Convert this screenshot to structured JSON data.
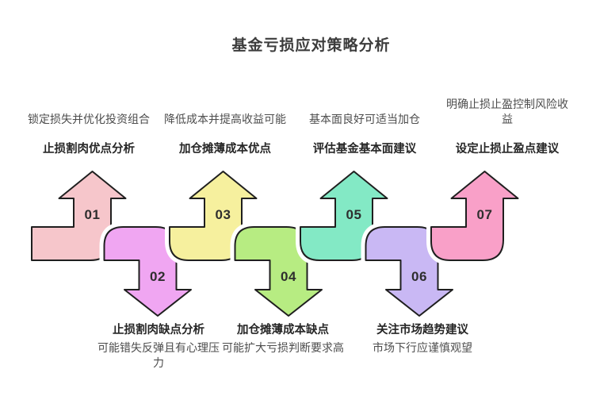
{
  "page": {
    "title": "基金亏损应对策略分析",
    "background": "#ffffff",
    "outline_color": "#1f1f1f"
  },
  "diagram": {
    "steps": [
      {
        "label": "01",
        "direction": "up",
        "color": "#f6c6cb",
        "title": "止损割肉优点分析",
        "desc": "锁定损失并优化投资组合"
      },
      {
        "label": "02",
        "direction": "down",
        "color": "#f0a6f2",
        "title": "止损割肉缺点分析",
        "desc": "可能错失反弹且有心理压力"
      },
      {
        "label": "03",
        "direction": "up",
        "color": "#f6f09e",
        "title": "加仓摊薄成本优点",
        "desc": "降低成本并提高收益可能"
      },
      {
        "label": "04",
        "direction": "down",
        "color": "#b7ec82",
        "title": "加仓摊薄成本缺点",
        "desc": "可能扩大亏损判断要求高"
      },
      {
        "label": "05",
        "direction": "up",
        "color": "#83e9c5",
        "title": "评估基金基本面建议",
        "desc": "基本面良好可适当加仓"
      },
      {
        "label": "06",
        "direction": "down",
        "color": "#c9b8f4",
        "title": "关注市场趋势建议",
        "desc": "市场下行应谨慎观望"
      },
      {
        "label": "07",
        "direction": "up",
        "color": "#f9a0c8",
        "title": "设定止损止盈点建议",
        "desc": "明确止损止盈控制风险收益"
      }
    ]
  }
}
